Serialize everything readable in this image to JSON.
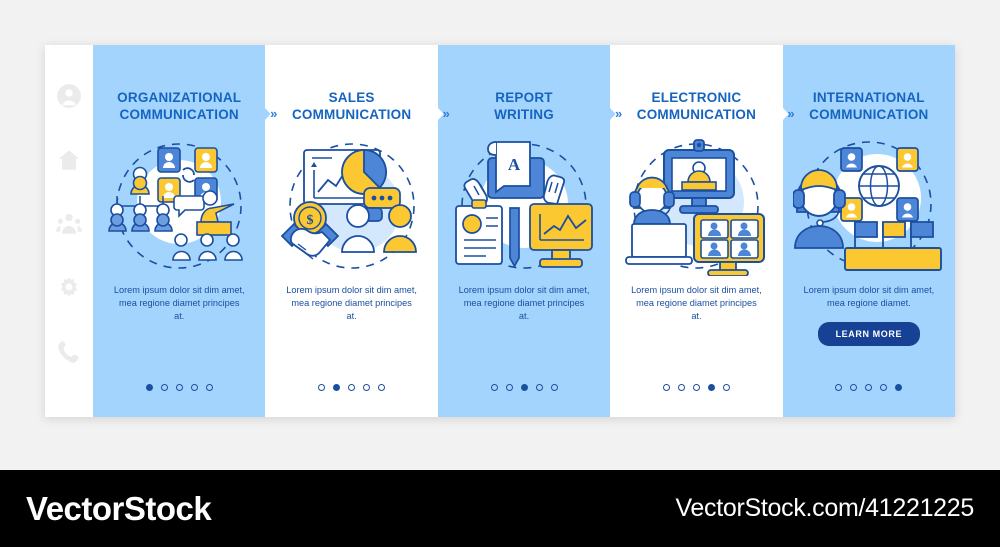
{
  "background_color": "#f2f2f2",
  "card": {
    "background": "#ffffff",
    "accent_blue": "#a3d4fd",
    "title_color": "#1565c0",
    "body_color": "#1b4fa0",
    "button_color": "#164194",
    "yellow": "#fcc832"
  },
  "sidebar": {
    "items": [
      {
        "icon": "user-avatar-icon"
      },
      {
        "icon": "home-icon"
      },
      {
        "icon": "people-group-icon"
      },
      {
        "icon": "gear-icon"
      },
      {
        "icon": "phone-icon"
      }
    ]
  },
  "panels": [
    {
      "title": "ORGANIZATIONAL\nCOMMUNICATION",
      "title_line1": "ORGANIZATIONAL",
      "title_line2": "COMMUNICATION",
      "body": "Lorem ipsum dolor sit dim amet, mea regione diamet principes at.",
      "theme": "blue",
      "illustration": "org-chart-presentation-icon",
      "dots": 5,
      "active_dot": 1,
      "chevron": "»",
      "has_button": false
    },
    {
      "title": "SALES\nCOMMUNICATION",
      "title_line1": "SALES",
      "title_line2": "COMMUNICATION",
      "body": "Lorem ipsum dolor sit dim amet, mea regione diamet principes at.",
      "theme": "white",
      "illustration": "handshake-chart-icon",
      "dots": 5,
      "active_dot": 2,
      "chevron": "»",
      "has_button": false
    },
    {
      "title": "REPORT\nWRITING",
      "title_line1": "REPORT",
      "title_line2": "WRITING",
      "body": "Lorem ipsum dolor sit dim amet, mea regione diamet principes at.",
      "theme": "blue",
      "illustration": "document-clipboard-monitor-icon",
      "dots": 5,
      "active_dot": 3,
      "chevron": "»",
      "has_button": false
    },
    {
      "title": "ELECTRONIC\nCOMMUNICATION",
      "title_line1": "ELECTRONIC",
      "title_line2": "COMMUNICATION",
      "body": "Lorem ipsum dolor sit dim amet, mea regione diamet principes at.",
      "theme": "white",
      "illustration": "video-conference-icon",
      "dots": 5,
      "active_dot": 4,
      "chevron": "»",
      "has_button": false
    },
    {
      "title": "INTERNATIONAL\nCOMMUNICATION",
      "title_line1": "INTERNATIONAL",
      "title_line2": "COMMUNICATION",
      "body": "Lorem ipsum dolor sit dim amet, mea regione diamet.",
      "theme": "blue",
      "illustration": "globe-flags-headset-icon",
      "dots": 5,
      "active_dot": 5,
      "chevron": "",
      "has_button": true,
      "button_label": "LEARN MORE"
    }
  ],
  "footer": {
    "brand": "VectorStock",
    "url": "VectorStock.com/41221225"
  }
}
